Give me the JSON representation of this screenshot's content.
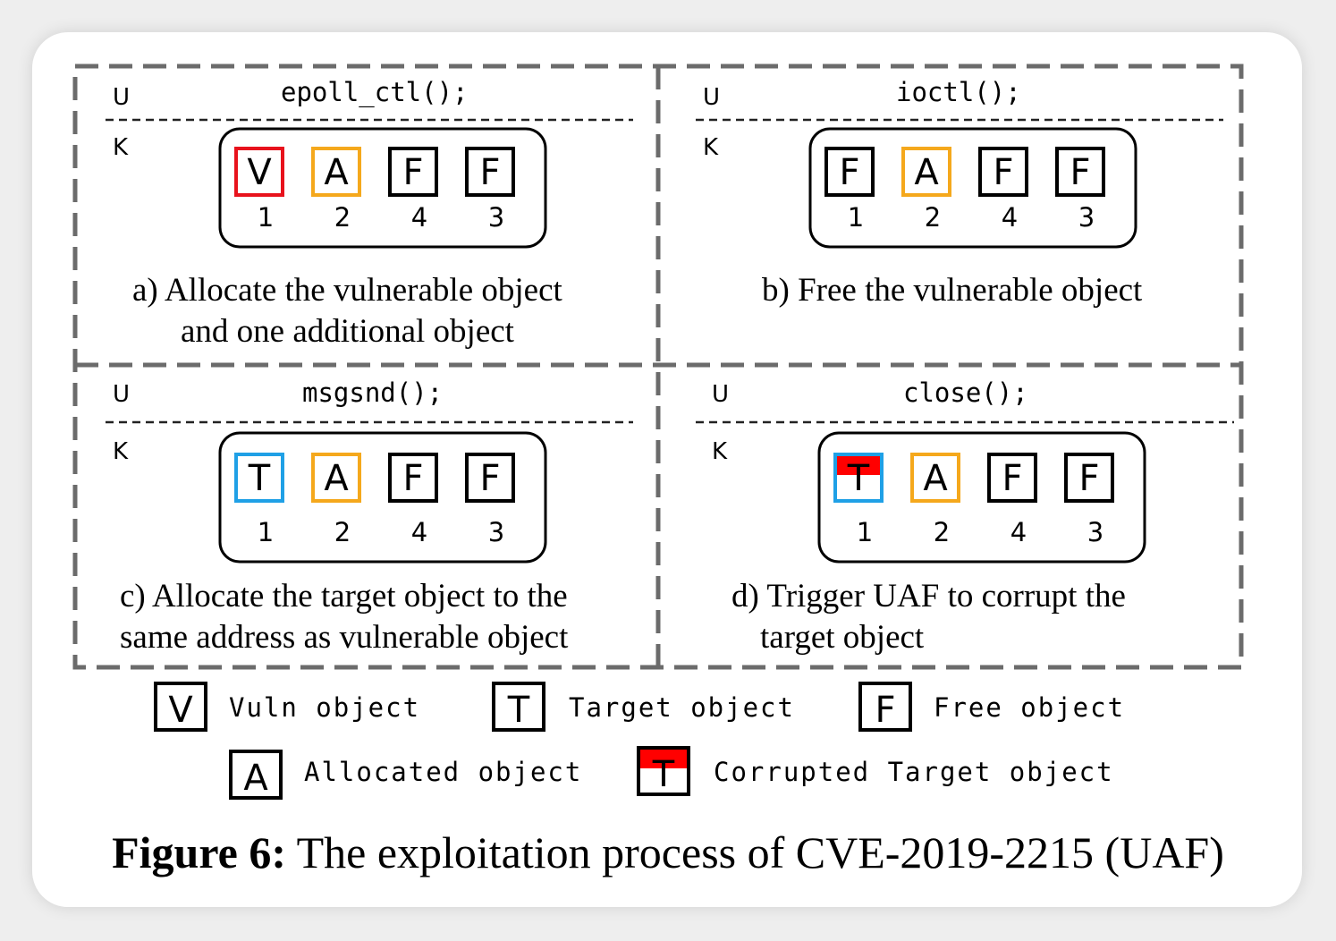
{
  "panels": [
    {
      "syscall": "epoll_ctl();",
      "user_label": "U",
      "kernel_label": "K",
      "objects": [
        {
          "letter": "V",
          "index": "1",
          "kind": "vuln"
        },
        {
          "letter": "A",
          "index": "2",
          "kind": "allocated"
        },
        {
          "letter": "F",
          "index": "4",
          "kind": "free"
        },
        {
          "letter": "F",
          "index": "3",
          "kind": "free"
        }
      ],
      "caption_line1": "a)  Allocate the vulnerable object",
      "caption_line2": "and one additional object"
    },
    {
      "syscall": "ioctl();",
      "user_label": "U",
      "kernel_label": "K",
      "objects": [
        {
          "letter": "F",
          "index": "1",
          "kind": "free"
        },
        {
          "letter": "A",
          "index": "2",
          "kind": "allocated"
        },
        {
          "letter": "F",
          "index": "4",
          "kind": "free"
        },
        {
          "letter": "F",
          "index": "3",
          "kind": "free"
        }
      ],
      "caption_line1": "b) Free the vulnerable object",
      "caption_line2": ""
    },
    {
      "syscall": "msgsnd();",
      "user_label": "U",
      "kernel_label": "K",
      "objects": [
        {
          "letter": "T",
          "index": "1",
          "kind": "target"
        },
        {
          "letter": "A",
          "index": "2",
          "kind": "allocated"
        },
        {
          "letter": "F",
          "index": "4",
          "kind": "free"
        },
        {
          "letter": "F",
          "index": "3",
          "kind": "free"
        }
      ],
      "caption_line1": "c) Allocate the target object to the",
      "caption_line2": "same address  as vulnerable object"
    },
    {
      "syscall": "close();",
      "user_label": "U",
      "kernel_label": "K",
      "objects": [
        {
          "letter": "T",
          "index": "1",
          "kind": "corrupted"
        },
        {
          "letter": "A",
          "index": "2",
          "kind": "allocated"
        },
        {
          "letter": "F",
          "index": "4",
          "kind": "free"
        },
        {
          "letter": "F",
          "index": "3",
          "kind": "free"
        }
      ],
      "caption_line1": "d) Trigger UAF to corrupt the",
      "caption_line2": "target object"
    }
  ],
  "legend": [
    {
      "letter": "V",
      "label": "Vuln object",
      "kind": "vuln"
    },
    {
      "letter": "T",
      "label": "Target object",
      "kind": "target"
    },
    {
      "letter": "F",
      "label": "Free object",
      "kind": "free"
    },
    {
      "letter": "A",
      "label": "Allocated object",
      "kind": "allocated"
    },
    {
      "letter": "T",
      "label": "Corrupted Target object",
      "kind": "corrupted"
    }
  ],
  "figure_caption": {
    "label": "Figure 6:",
    "text": " The exploitation process of CVE-2019-2215 (UAF)"
  },
  "colors": {
    "vuln": "#e8121c",
    "allocated": "#f5a81c",
    "target": "#1fa0e6",
    "free": "#000000",
    "corruption": "#ff0000"
  }
}
